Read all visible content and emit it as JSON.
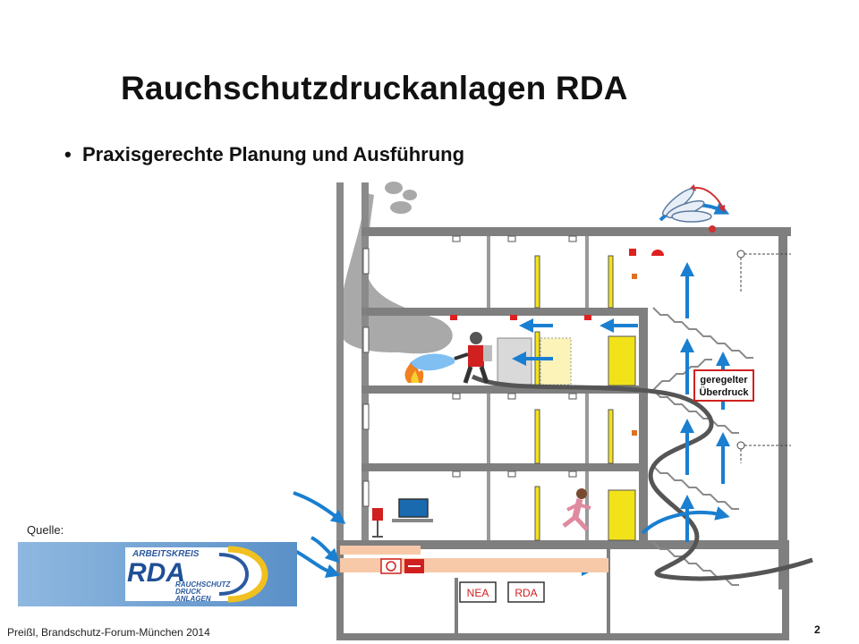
{
  "slide": {
    "title": "Rauchschutzdruckanlagen RDA",
    "bullet": "Praxisgerechte Planung und Ausführung",
    "source_label": "Quelle:",
    "footer": "Preißl, Brandschutz-Forum-München 2014",
    "page_number": "2"
  },
  "logo": {
    "top_text": "ARBEITSKREIS",
    "main_text": "RDA",
    "sub_lines": [
      "RAUCHSCHUTZ",
      "DRUCK",
      "ANLAGEN"
    ]
  },
  "diagram": {
    "pressure_label_line1": "geregelter",
    "pressure_label_line2": "Überdruck",
    "box_nea": "NEA",
    "box_rda": "RDA",
    "colors": {
      "wall": "#8a8a8a",
      "floor": "#7a7a7a",
      "air_arrow": "#1a7fd0",
      "door": "#f2e21a",
      "alarm": "#e02020",
      "hose": "#555555",
      "smoke": "#a8a8a8",
      "duct": "#f7c9a8"
    }
  }
}
